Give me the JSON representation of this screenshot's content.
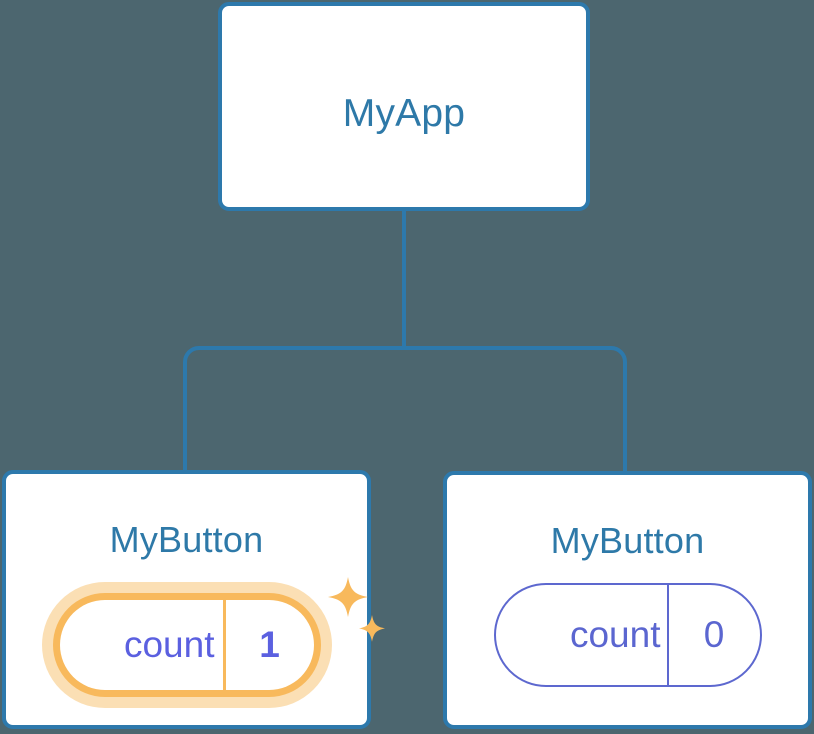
{
  "diagram": {
    "title": "React component tree with highlighted state update",
    "background_color": "#4c666f",
    "connector_color": "#2d79ac",
    "node_border_color": "#2d79ac",
    "node_title_color": "#2e79a8",
    "highlight_color": "#f8b95c",
    "highlight_glow_color": "#fbdfb4",
    "state_text_color": "#5b66d0",
    "state_text_color_active": "#5b60e0"
  },
  "nodes": {
    "root": {
      "label": "MyApp"
    },
    "left_child": {
      "label": "MyButton",
      "state": {
        "key": "count",
        "value": "1"
      },
      "highlighted": true,
      "sparkle_large": "sparkle-icon",
      "sparkle_small": "sparkle-icon"
    },
    "right_child": {
      "label": "MyButton",
      "state": {
        "key": "count",
        "value": "0"
      },
      "highlighted": false
    }
  }
}
